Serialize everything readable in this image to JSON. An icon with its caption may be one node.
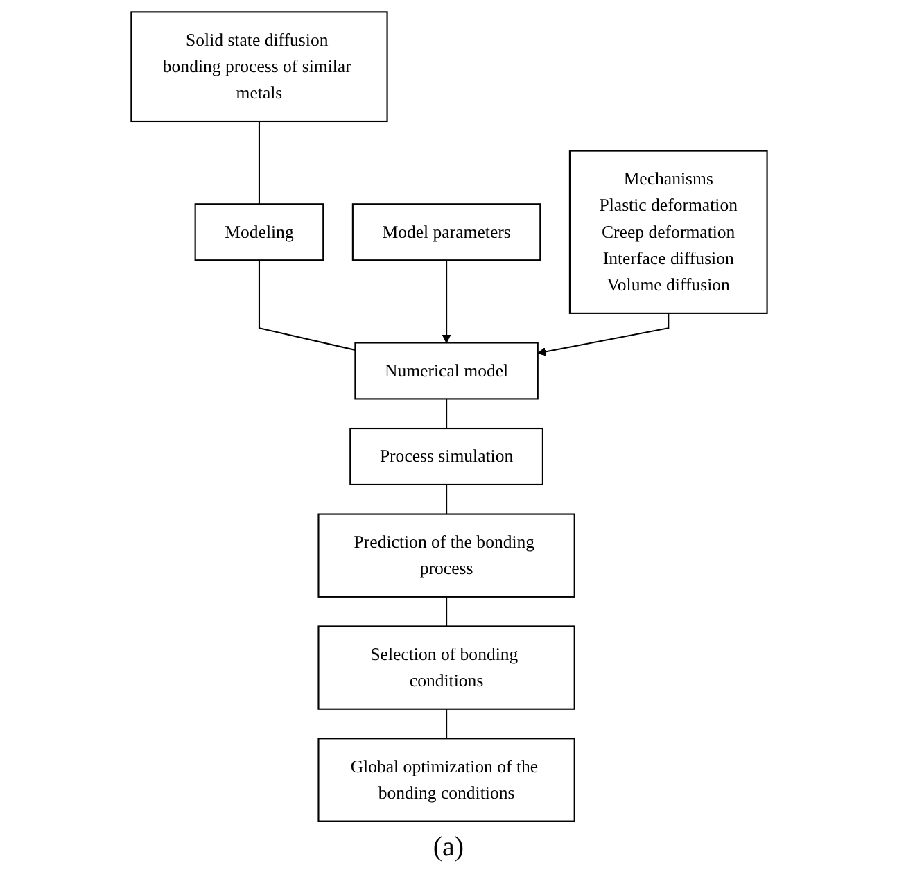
{
  "diagram": {
    "caption": "(a)",
    "nodes": [
      {
        "text": [
          "Solid state diffusion bonding process of similar metals"
        ]
      },
      {
        "text": [
          "Modeling"
        ]
      },
      {
        "text": [
          "Model parameters"
        ]
      },
      {
        "text": [
          "Numerical model"
        ]
      },
      {
        "text": [
          "Mechanisms",
          "Plastic deformation",
          "Creep deformation",
          "Interface diffusion",
          "Volume diffusion"
        ]
      },
      {
        "text": [
          "Process simulation"
        ]
      },
      {
        "text": [
          "Prediction of the bonding process"
        ]
      },
      {
        "text": [
          "Selection of bonding conditions"
        ]
      },
      {
        "text": [
          "Global optimization of the bonding conditions"
        ]
      }
    ],
    "edges": [
      {
        "from": 0,
        "to": 1,
        "arrow": "none"
      },
      {
        "from": 1,
        "to": 3,
        "arrow": "none"
      },
      {
        "from": 2,
        "to": 3,
        "arrow": "to"
      },
      {
        "from": 4,
        "to": 3,
        "arrow": "to"
      },
      {
        "from": 3,
        "to": 5,
        "arrow": "none"
      },
      {
        "from": 5,
        "to": 6,
        "arrow": "none"
      },
      {
        "from": 6,
        "to": 7,
        "arrow": "none"
      },
      {
        "from": 7,
        "to": 8,
        "arrow": "none"
      }
    ]
  }
}
